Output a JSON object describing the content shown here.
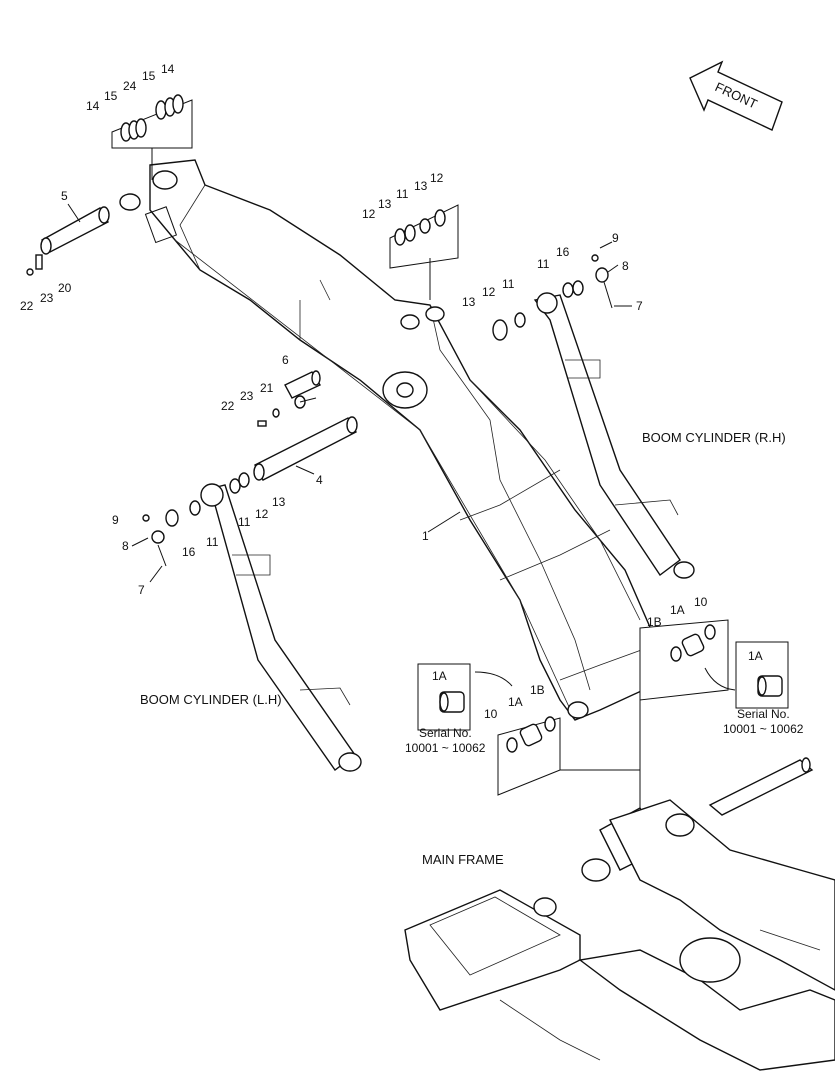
{
  "labels": {
    "boom_cylinder_rh": "BOOM CYLINDER (R.H)",
    "boom_cylinder_lh": "BOOM CYLINDER (L.H)",
    "main_frame": "MAIN FRAME",
    "front": "FRONT",
    "serial_left_1": "Serial No.",
    "serial_left_2": "10001 ~ 10062",
    "serial_right_1": "Serial No.",
    "serial_right_2": "10001 ~ 10062",
    "detail_left": "1A",
    "detail_right": "1A"
  },
  "callouts": {
    "c14a": "14",
    "c15a": "15",
    "c24": "24",
    "c15b": "15",
    "c14b": "14",
    "c5": "5",
    "c22a": "22",
    "c23a": "23",
    "c20": "20",
    "c12a": "12",
    "c13a": "13",
    "c11a": "11",
    "c13b": "13",
    "c12b": "12",
    "c13c": "13",
    "c12c": "12",
    "c11b": "11",
    "c11c": "11",
    "c16a": "16",
    "c9a": "9",
    "c8a": "8",
    "c7a": "7",
    "c6": "6",
    "c23b": "23",
    "c21": "21",
    "c22b": "22",
    "c4": "4",
    "c1": "1",
    "c9b": "9",
    "c8b": "8",
    "c16b": "16",
    "c11d": "11",
    "c11e": "11",
    "c12d": "12",
    "c13d": "13",
    "c7b": "7",
    "c1b_r": "1B",
    "c1a_r": "1A",
    "c10_r": "10",
    "c1a_l": "1A",
    "c1b_l": "1B",
    "c10_l": "10"
  }
}
